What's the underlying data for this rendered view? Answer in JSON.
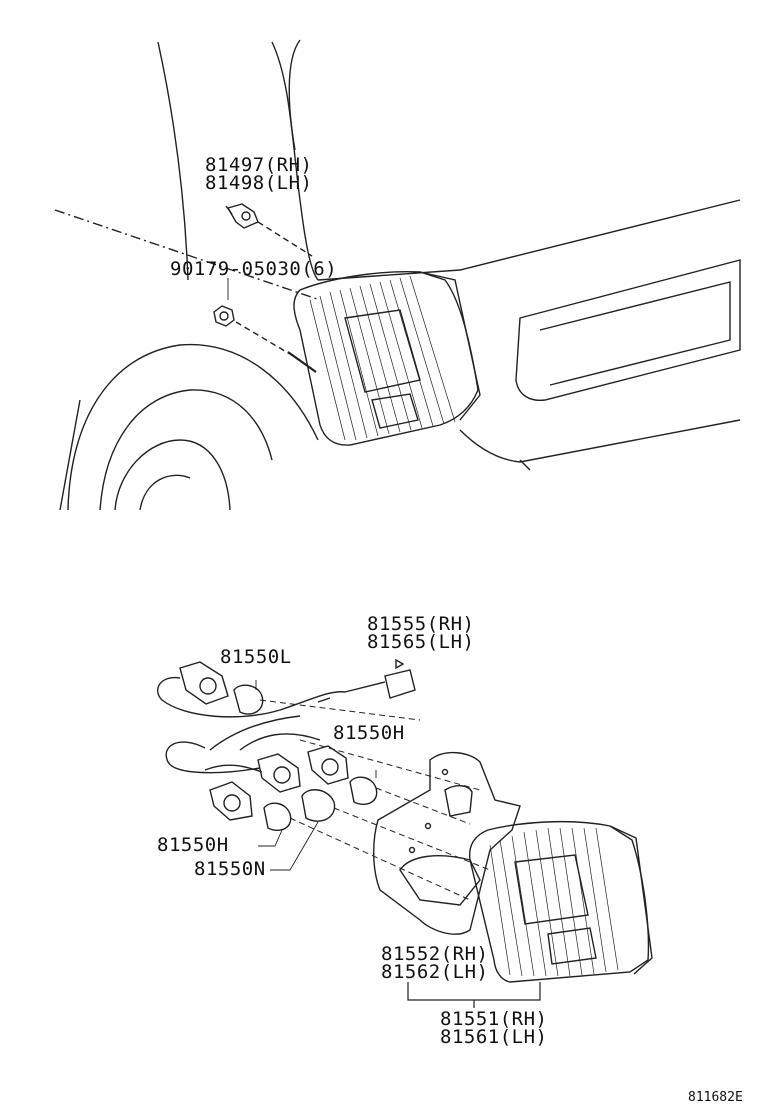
{
  "diagram_code": "811682E",
  "labels": {
    "p81497": "81497(RH)",
    "p81498": "81498(LH)",
    "p90179": "90179-05030(6)",
    "p81555": "81555(RH)",
    "p81565": "81565(LH)",
    "p81550L": "81550L",
    "p81550H_top": "81550H",
    "p81550H_left": "81550H",
    "p81550N": "81550N",
    "p81552": "81552(RH)",
    "p81562": "81562(LH)",
    "p81551": "81551(RH)",
    "p81561": "81561(LH)"
  }
}
